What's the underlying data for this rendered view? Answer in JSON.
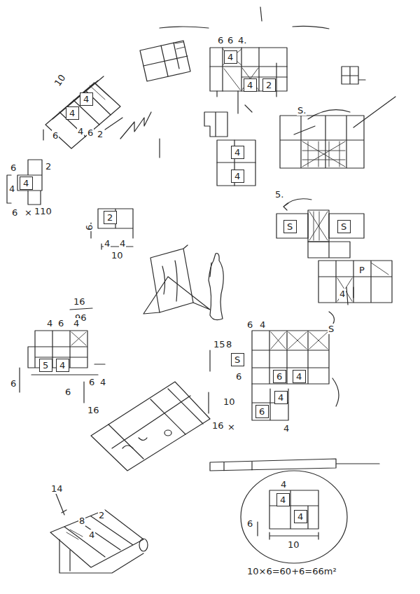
{
  "diagram": {
    "nodes": [
      {
        "text": [
          "4"
        ]
      },
      {
        "text": [
          "4"
        ]
      },
      {
        "text": [
          "2"
        ]
      },
      {
        "text": [
          "4"
        ]
      },
      {
        "text": [
          "4"
        ]
      },
      {
        "text": [
          "4"
        ]
      },
      {
        "text": [
          "4"
        ]
      },
      {
        "text": [
          "4"
        ]
      },
      {
        "text": [
          "2"
        ]
      },
      {
        "text": [
          "S"
        ]
      },
      {
        "text": [
          "S"
        ]
      },
      {
        "text": [
          "S"
        ]
      },
      {
        "text": [
          "6"
        ]
      },
      {
        "text": [
          "4"
        ]
      },
      {
        "text": [
          "6"
        ]
      },
      {
        "text": [
          "4"
        ]
      },
      {
        "text": [
          "5"
        ]
      },
      {
        "text": [
          "4"
        ]
      },
      {
        "text": [
          "4"
        ]
      },
      {
        "text": [
          "4"
        ]
      }
    ],
    "labels": [
      "6",
      "6",
      "4.",
      "S.",
      "10",
      "6",
      "4",
      "6",
      "2",
      "6",
      "2",
      "4",
      "6",
      "×",
      "110",
      "6",
      "4",
      "4",
      "10",
      "16",
      "96",
      "5.",
      "P",
      "4",
      "6",
      "4",
      "S",
      "15",
      "8",
      "6",
      "10",
      "16",
      "×",
      "4",
      "4",
      "6",
      "4",
      "6",
      "6",
      "6",
      "4",
      "16",
      "14",
      "8",
      "2",
      "4",
      "4",
      "6",
      "10",
      "10×6=60+6=66m²"
    ]
  }
}
